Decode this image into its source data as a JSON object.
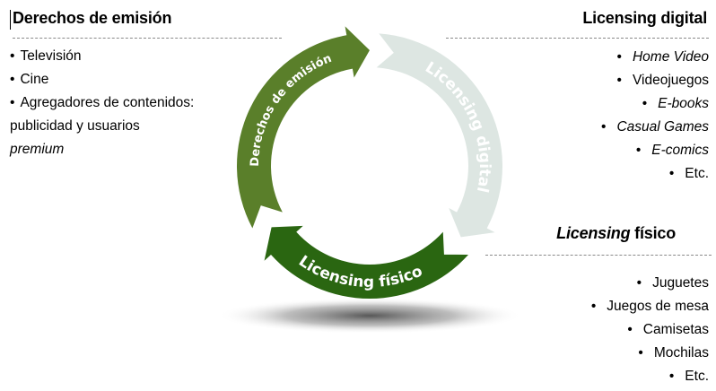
{
  "sections": {
    "derechos": {
      "title": "Derechos de emisión",
      "items": [
        {
          "text": "Televisión"
        },
        {
          "text": "Cine"
        },
        {
          "text": "Agregadores de contenidos:"
        }
      ],
      "continuation_line": "publicidad y usuarios",
      "continuation_italic": "premium"
    },
    "digital": {
      "title": "Licensing digital",
      "items": [
        {
          "text": "Home Video",
          "italic": true
        },
        {
          "text": "Videojuegos",
          "italic": false
        },
        {
          "text": "E-books",
          "italic": true
        },
        {
          "text": "Casual Games",
          "italic": true
        },
        {
          "text": "E-comics",
          "italic": true
        },
        {
          "text": "Etc.",
          "italic": false
        }
      ]
    },
    "fisico": {
      "title_italic": "Licensing",
      "title_rest": " físico",
      "items": [
        {
          "text": "Juguetes"
        },
        {
          "text": "Juegos de mesa"
        },
        {
          "text": "Camisetas"
        },
        {
          "text": "Mochilas"
        },
        {
          "text": "Etc."
        }
      ]
    }
  },
  "cycle": {
    "segments": [
      {
        "label": "Derechos de emisión",
        "color": "#5a7f2a"
      },
      {
        "label": "Licensing digital",
        "color": "#dde6e2"
      },
      {
        "label": "Licensing físico",
        "color": "#2a6611"
      }
    ]
  },
  "bullet_char": "•"
}
